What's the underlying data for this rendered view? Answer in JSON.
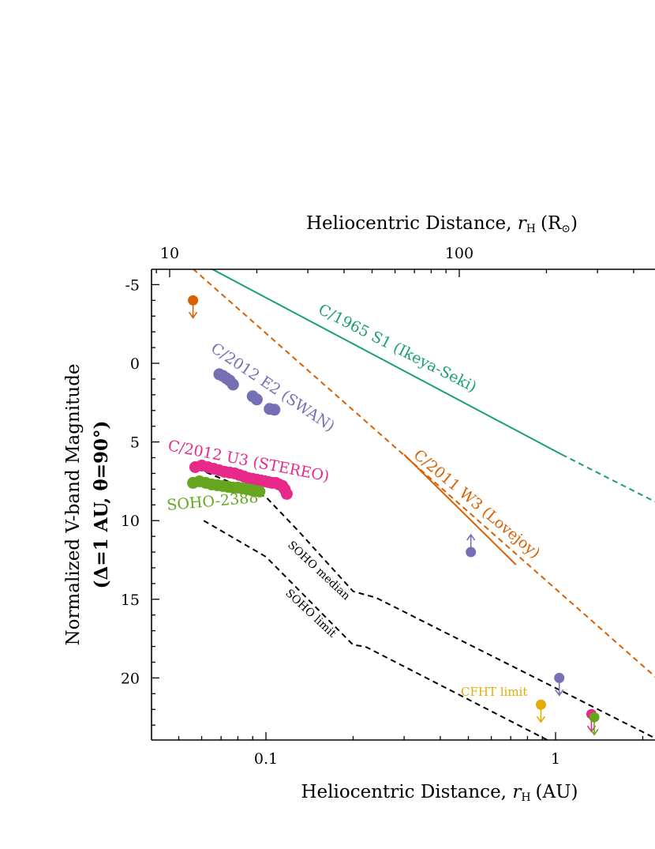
{
  "chart_data": {
    "type": "scatter",
    "x_axis": {
      "label": "Heliocentric Distance, r_H (AU)",
      "label_main": "Heliocentric Distance,",
      "label_var": "r",
      "label_sub": "H",
      "label_unit": "(AU)",
      "scale": "log",
      "range": [
        0.04,
        2.5
      ],
      "major_ticks": [
        0.1,
        1
      ],
      "tick_labels": [
        "0.1",
        "1"
      ]
    },
    "x_axis_top": {
      "label": "Heliocentric Distance, r_H (R_sun)",
      "label_main": "Heliocentric Distance,",
      "label_var": "r",
      "label_sub": "H",
      "label_unit_open": "(R",
      "label_unit_close": ")",
      "scale": "log",
      "major_ticks": [
        10,
        100
      ],
      "tick_labels": [
        "10",
        "100"
      ]
    },
    "y_axis": {
      "label_line1": "Normalized V-band Magnitude",
      "label_line2": "(Δ=1 AU, θ=90°)",
      "inverted": true,
      "range": [
        -6,
        24
      ],
      "major_ticks": [
        -5,
        0,
        5,
        10,
        15,
        20
      ],
      "tick_labels": [
        "-5",
        "0",
        "5",
        "10",
        "15",
        "20"
      ]
    },
    "colors": {
      "teal": "#1b9e77",
      "orange": "#d95f02",
      "purple": "#7570b3",
      "magenta": "#e7298a",
      "green": "#66a61e",
      "gold": "#e6ab02",
      "black": "#000000"
    },
    "curves": [
      {
        "name": "C/1965 S1 (Ikeya-Seki)",
        "color": "#1b9e77",
        "style": "solid",
        "points": [
          [
            0.065,
            -6.0
          ],
          [
            1.05,
            5.8
          ]
        ]
      },
      {
        "name": "C/1965 S1 (Ikeya-Seki) extrapolation",
        "color": "#1b9e77",
        "style": "dashed",
        "points": [
          [
            1.05,
            5.8
          ],
          [
            2.5,
            9.3
          ]
        ]
      },
      {
        "name": "C/2011 W3 (Lovejoy)",
        "color": "#d95f02",
        "style": "solid",
        "points": [
          [
            0.3,
            5.8
          ],
          [
            0.73,
            12.8
          ]
        ]
      },
      {
        "name": "C/2011 W3 (Lovejoy) extrapolation",
        "color": "#d95f02",
        "style": "dashed",
        "points": [
          [
            0.056,
            -6.0
          ],
          [
            2.5,
            20.8
          ]
        ]
      },
      {
        "name": "SOHO median",
        "color": "#000000",
        "style": "dashed",
        "points": [
          [
            0.058,
            6.7
          ],
          [
            0.1,
            8.5
          ],
          [
            0.13,
            10.7
          ],
          [
            0.2,
            14.5
          ],
          [
            0.24,
            14.9
          ],
          [
            1.15,
            21.2
          ],
          [
            2.3,
            24.0
          ]
        ]
      },
      {
        "name": "SOHO limit",
        "color": "#000000",
        "style": "dashed",
        "points": [
          [
            0.061,
            10.0
          ],
          [
            0.1,
            12.3
          ],
          [
            0.2,
            17.9
          ],
          [
            0.22,
            18.0
          ],
          [
            0.95,
            24.0
          ]
        ]
      }
    ],
    "series": [
      {
        "name": "C/2012 E2 (SWAN)",
        "color": "#7570b3",
        "marker": "dot",
        "points": [
          [
            0.069,
            0.7
          ],
          [
            0.071,
            0.8
          ],
          [
            0.073,
            0.95
          ],
          [
            0.075,
            1.1
          ],
          [
            0.077,
            1.35
          ],
          [
            0.09,
            2.1
          ],
          [
            0.093,
            2.3
          ],
          [
            0.103,
            2.9
          ],
          [
            0.107,
            2.95
          ]
        ]
      },
      {
        "name": "C/2012 U3 (STEREO)",
        "color": "#e7298a",
        "marker": "dot",
        "points": [
          [
            0.057,
            6.6
          ],
          [
            0.06,
            6.5
          ],
          [
            0.063,
            6.6
          ],
          [
            0.066,
            6.7
          ],
          [
            0.069,
            6.8
          ],
          [
            0.072,
            6.9
          ],
          [
            0.075,
            6.95
          ],
          [
            0.078,
            7.0
          ],
          [
            0.081,
            7.1
          ],
          [
            0.084,
            7.2
          ],
          [
            0.087,
            7.3
          ],
          [
            0.09,
            7.35
          ],
          [
            0.093,
            7.4
          ],
          [
            0.096,
            7.45
          ],
          [
            0.099,
            7.5
          ],
          [
            0.102,
            7.55
          ],
          [
            0.105,
            7.6
          ],
          [
            0.108,
            7.6
          ],
          [
            0.111,
            7.7
          ],
          [
            0.114,
            7.8
          ],
          [
            0.116,
            8.0
          ],
          [
            0.118,
            8.3
          ]
        ]
      },
      {
        "name": "SOHO-2388",
        "color": "#66a61e",
        "marker": "dot",
        "points": [
          [
            0.056,
            7.6
          ],
          [
            0.059,
            7.5
          ],
          [
            0.062,
            7.6
          ],
          [
            0.065,
            7.7
          ],
          [
            0.068,
            7.75
          ],
          [
            0.071,
            7.8
          ],
          [
            0.074,
            7.85
          ],
          [
            0.077,
            7.9
          ],
          [
            0.08,
            7.9
          ],
          [
            0.083,
            7.95
          ],
          [
            0.086,
            8.0
          ],
          [
            0.089,
            8.05
          ],
          [
            0.092,
            8.1
          ],
          [
            0.095,
            8.15
          ]
        ]
      }
    ],
    "upper_limits": [
      {
        "color": "#d95f02",
        "x": 0.056,
        "y": -4.0,
        "direction": "down"
      },
      {
        "color": "#7570b3",
        "x": 0.51,
        "y": 12.0,
        "direction": "up"
      },
      {
        "color": "#7570b3",
        "x": 1.03,
        "y": 20.0,
        "direction": "down"
      },
      {
        "color": "#e6ab02",
        "x": 0.89,
        "y": 21.7,
        "direction": "down"
      },
      {
        "color": "#e7298a",
        "x": 1.33,
        "y": 22.3,
        "direction": "down"
      },
      {
        "color": "#66a61e",
        "x": 1.36,
        "y": 22.5,
        "direction": "down"
      }
    ],
    "annotations": [
      {
        "text": "C/1965 S1 (Ikeya-Seki)",
        "color": "#1b9e77"
      },
      {
        "text": "C/2012 E2 (SWAN)",
        "color": "#7570b3"
      },
      {
        "text": "C/2012 U3 (STEREO)",
        "color": "#e7298a"
      },
      {
        "text": "SOHO-2388",
        "color": "#66a61e"
      },
      {
        "text": "C/2011 W3 (Lovejoy)",
        "color": "#d95f02"
      },
      {
        "text": "SOHO median",
        "color": "#000000"
      },
      {
        "text": "SOHO limit",
        "color": "#000000"
      },
      {
        "text": "CFHT limit",
        "color": "#e6ab02"
      }
    ],
    "grid": false
  }
}
